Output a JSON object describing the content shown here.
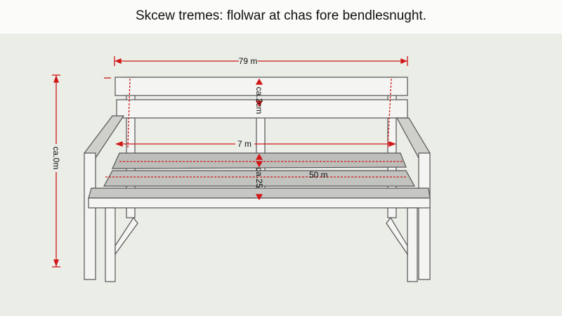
{
  "title": "Skcew tremes: flolwar at chas fore bendlesnught.",
  "dimensions": {
    "overall_width": "79 m",
    "seat_width": "7 m",
    "seat_depth": "50 m",
    "overall_height": "ca.0m",
    "backrest_gap": "ca.2cm",
    "seat_gap": "ca.25"
  },
  "colors": {
    "dimension_line": "#d01818",
    "background": "#ebede7",
    "wood": "#f4f4f2"
  }
}
